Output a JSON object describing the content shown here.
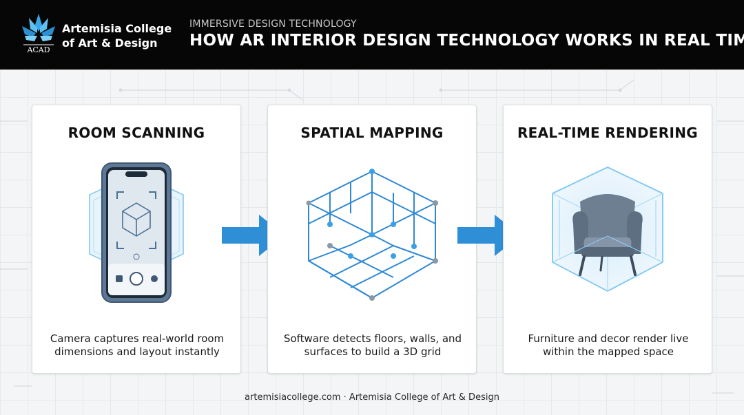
{
  "header": {
    "logo_text": "ACAD",
    "college_name": "Artemisia College of Art & Design",
    "kicker": "IMMERSIVE DESIGN TECHNOLOGY",
    "title": "HOW AR INTERIOR DESIGN TECHNOLOGY WORKS IN REAL TIME"
  },
  "steps": [
    {
      "title": "ROOM SCANNING",
      "description": "Camera captures real-world room dimensions and layout instantly",
      "icon": "phone-scan-icon"
    },
    {
      "title": "SPATIAL MAPPING",
      "description": "Software detects floors, walls, and surfaces to build a 3D grid",
      "icon": "3d-grid-icon"
    },
    {
      "title": "REAL-TIME RENDERING",
      "description": "Furniture and decor render live within the mapped space",
      "icon": "armchair-hologram-icon"
    }
  ],
  "footer": {
    "text": "artemisiacollege.com · Artemisia College of Art & Design"
  },
  "colors": {
    "header_bg": "#060606",
    "accent_blue": "#2f8fd6",
    "card_bg": "#ffffff"
  }
}
